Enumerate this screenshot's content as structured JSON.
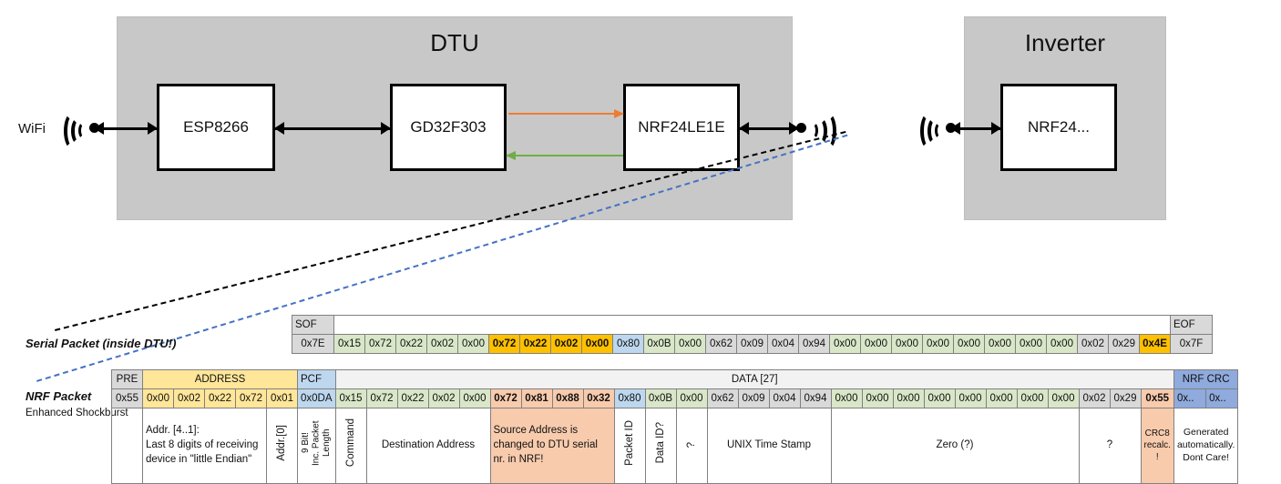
{
  "diagram": {
    "dtu": {
      "title": "DTU",
      "chips": [
        {
          "label": "ESP8266"
        },
        {
          "label": "GD32F303"
        },
        {
          "label": "NRF24LE1E"
        }
      ],
      "wifi_label": "WiFi"
    },
    "inverter": {
      "title": "Inverter",
      "chips": [
        {
          "label": "NRF24..."
        }
      ]
    },
    "colors": {
      "enclosure": "#c8c8c8",
      "tx_arrow": "#ed7d31",
      "rx_arrow": "#70ad47",
      "link_arrow": "#000000",
      "serial_guide": "#000000",
      "nrf_guide": "#4472c4"
    }
  },
  "packets": {
    "serial": {
      "row_label": "Serial Packet (inside DTU!)",
      "sof_header": "SOF",
      "eof_header": "EOF",
      "sof_value": "0x7E",
      "eof_value": "0x7F",
      "bytes": [
        {
          "v": "0x15",
          "c": "green",
          "b": false
        },
        {
          "v": "0x72",
          "c": "green",
          "b": false
        },
        {
          "v": "0x22",
          "c": "green",
          "b": false
        },
        {
          "v": "0x02",
          "c": "green",
          "b": false
        },
        {
          "v": "0x00",
          "c": "green",
          "b": false
        },
        {
          "v": "0x72",
          "c": "orangefill",
          "b": true
        },
        {
          "v": "0x22",
          "c": "orangefill",
          "b": true
        },
        {
          "v": "0x02",
          "c": "orangefill",
          "b": true
        },
        {
          "v": "0x00",
          "c": "orangefill",
          "b": true
        },
        {
          "v": "0x80",
          "c": "blue",
          "b": false
        },
        {
          "v": "0x0B",
          "c": "green",
          "b": false
        },
        {
          "v": "0x00",
          "c": "green",
          "b": false
        },
        {
          "v": "0x62",
          "c": "grey",
          "b": false
        },
        {
          "v": "0x09",
          "c": "grey",
          "b": false
        },
        {
          "v": "0x04",
          "c": "grey",
          "b": false
        },
        {
          "v": "0x94",
          "c": "grey",
          "b": false
        },
        {
          "v": "0x00",
          "c": "green",
          "b": false
        },
        {
          "v": "0x00",
          "c": "green",
          "b": false
        },
        {
          "v": "0x00",
          "c": "green",
          "b": false
        },
        {
          "v": "0x00",
          "c": "green",
          "b": false
        },
        {
          "v": "0x00",
          "c": "green",
          "b": false
        },
        {
          "v": "0x00",
          "c": "green",
          "b": false
        },
        {
          "v": "0x00",
          "c": "green",
          "b": false
        },
        {
          "v": "0x00",
          "c": "green",
          "b": false
        },
        {
          "v": "0x02",
          "c": "grey",
          "b": false
        },
        {
          "v": "0x29",
          "c": "grey",
          "b": false
        },
        {
          "v": "0x4E",
          "c": "orangefill",
          "b": true
        }
      ]
    },
    "nrf": {
      "row_label": "NRF Packet",
      "sub_label": "Enhanced Shockburst",
      "headers": {
        "pre": "PRE",
        "address": "ADDRESS",
        "pcf": "PCF",
        "data": "DATA [27]",
        "crc": "NRF CRC"
      },
      "pre_value": "0x55",
      "address_values": [
        "0x00",
        "0x02",
        "0x22",
        "0x72",
        "0x01"
      ],
      "pcf_value": "0x0DA",
      "crc_values": [
        "0x..",
        "0x.."
      ],
      "bytes": [
        {
          "v": "0x15",
          "c": "green",
          "b": false
        },
        {
          "v": "0x72",
          "c": "green",
          "b": false
        },
        {
          "v": "0x22",
          "c": "green",
          "b": false
        },
        {
          "v": "0x02",
          "c": "green",
          "b": false
        },
        {
          "v": "0x00",
          "c": "green",
          "b": false
        },
        {
          "v": "0x72",
          "c": "salmon",
          "b": true
        },
        {
          "v": "0x81",
          "c": "salmon",
          "b": true
        },
        {
          "v": "0x88",
          "c": "salmon",
          "b": true
        },
        {
          "v": "0x32",
          "c": "salmon",
          "b": true
        },
        {
          "v": "0x80",
          "c": "blue",
          "b": false
        },
        {
          "v": "0x0B",
          "c": "green",
          "b": false
        },
        {
          "v": "0x00",
          "c": "green",
          "b": false
        },
        {
          "v": "0x62",
          "c": "grey",
          "b": false
        },
        {
          "v": "0x09",
          "c": "grey",
          "b": false
        },
        {
          "v": "0x04",
          "c": "grey",
          "b": false
        },
        {
          "v": "0x94",
          "c": "grey",
          "b": false
        },
        {
          "v": "0x00",
          "c": "green",
          "b": false
        },
        {
          "v": "0x00",
          "c": "green",
          "b": false
        },
        {
          "v": "0x00",
          "c": "green",
          "b": false
        },
        {
          "v": "0x00",
          "c": "green",
          "b": false
        },
        {
          "v": "0x00",
          "c": "green",
          "b": false
        },
        {
          "v": "0x00",
          "c": "green",
          "b": false
        },
        {
          "v": "0x00",
          "c": "green",
          "b": false
        },
        {
          "v": "0x00",
          "c": "green",
          "b": false
        },
        {
          "v": "0x02",
          "c": "grey",
          "b": false
        },
        {
          "v": "0x29",
          "c": "grey",
          "b": false
        },
        {
          "v": "0x55",
          "c": "salmon",
          "b": true
        }
      ],
      "descriptions": {
        "address": "Addr. [4..1]:\nLast 8 digits of receiving device in \"little Endian\"",
        "addr0": "Addr.[0]",
        "pcf": "9 Bit!\nInc. Packet Length",
        "command": "Command",
        "destination": "Destination Address",
        "source": "Source Address is changed to DTU serial nr. in NRF!",
        "packet_id": "Packet ID",
        "data_id": "Data ID?",
        "unknown1": "?",
        "timestamp": "UNIX Time Stamp",
        "zero": "Zero (?)",
        "unknown2": "?",
        "crc8": "CRC8 recalc. !",
        "nrf_crc": "Generated automatically. Dont Care!"
      }
    }
  }
}
